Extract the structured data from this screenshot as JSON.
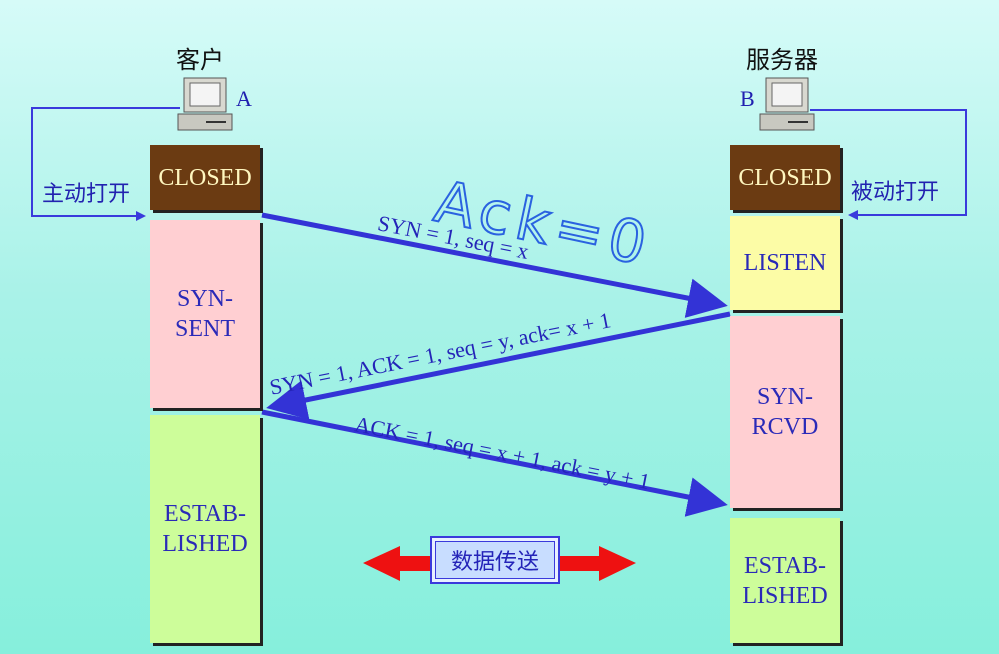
{
  "client": {
    "title": "客户",
    "letter": "A"
  },
  "server": {
    "title": "服务器",
    "letter": "B"
  },
  "client_states": {
    "closed": "CLOSED",
    "syn_sent": "SYN-\nSENT",
    "established": "ESTAB-\nLISHED"
  },
  "server_states": {
    "closed": "CLOSED",
    "listen": "LISTEN",
    "syn_rcvd": "SYN-\nRCVD",
    "established": "ESTAB-\nLISHED"
  },
  "client_open_label": "主动打开",
  "server_open_label": "被动打开",
  "messages": {
    "syn": "SYN = 1, seq = x",
    "syn_ack": "SYN = 1, ACK = 1, seq = y, ack= x + 1",
    "ack": "ACK = 1, seq = x + 1, ack = y + 1"
  },
  "handwriting": "Ack=0",
  "data_transfer": "数据传送",
  "colors": {
    "arrow": "#3333d6",
    "data_arrow": "#ee1111",
    "closed_bg": "#6b3b12"
  }
}
